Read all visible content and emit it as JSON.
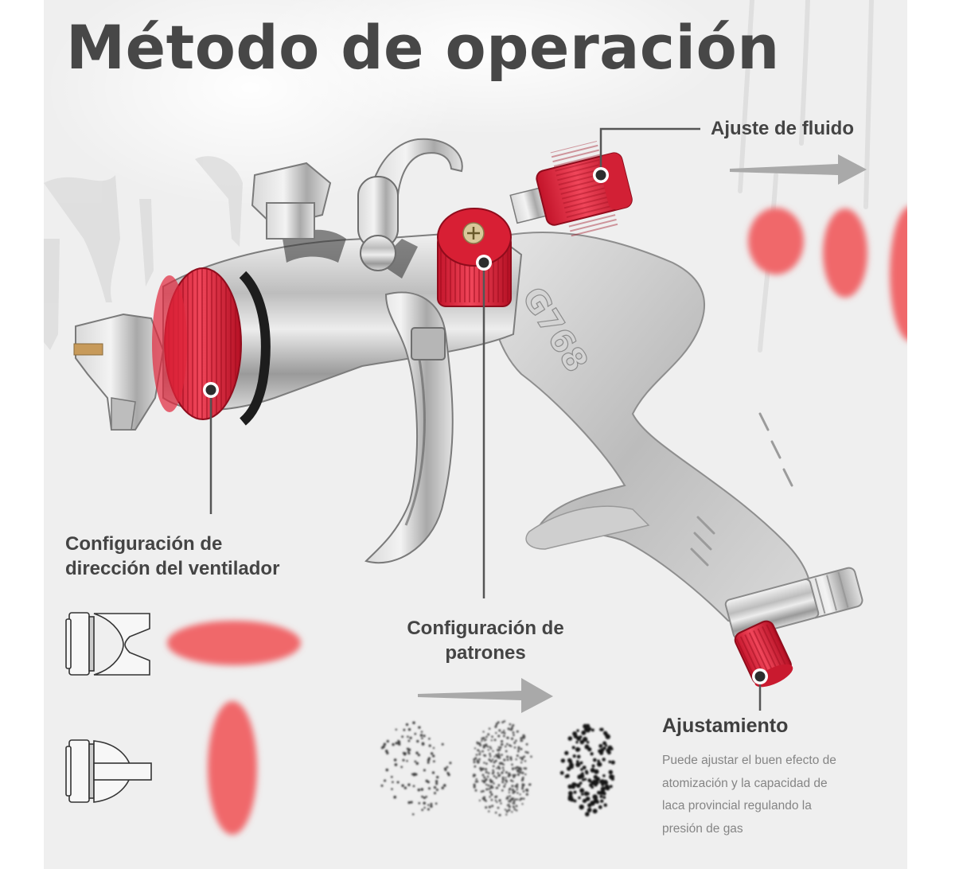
{
  "title": "Método de operación",
  "callouts": {
    "fluid_adjustment": {
      "label": "Ajuste de fluido"
    },
    "fan_direction": {
      "label_line1": "Configuración de",
      "label_line2": "dirección del ventilador"
    },
    "pattern_setting": {
      "label_line1": "Configuración de",
      "label_line2": "patrones"
    },
    "air_adjustment": {
      "label": "Ajustamiento",
      "description_lines": [
        "Puede ajustar el buen efecto de",
        "atomización y la capacidad de",
        "laca provincial regulando la",
        "presión de gas"
      ]
    }
  },
  "product": {
    "name": "spray-gun",
    "model_marking": "G768",
    "knob_color": "#e0283a"
  },
  "colors": {
    "panel_background": "#efefef",
    "title_text": "#474747",
    "label_text": "#444444",
    "description_text": "#858585",
    "spray_red": "#f0686b",
    "arrow_gray": "#a9a9a9",
    "callout_line": "#555555"
  },
  "icons": [
    "nozzle-horizontal-fan-icon",
    "nozzle-vertical-fan-icon",
    "arrow-right-icon",
    "callout-dot-icon"
  ]
}
